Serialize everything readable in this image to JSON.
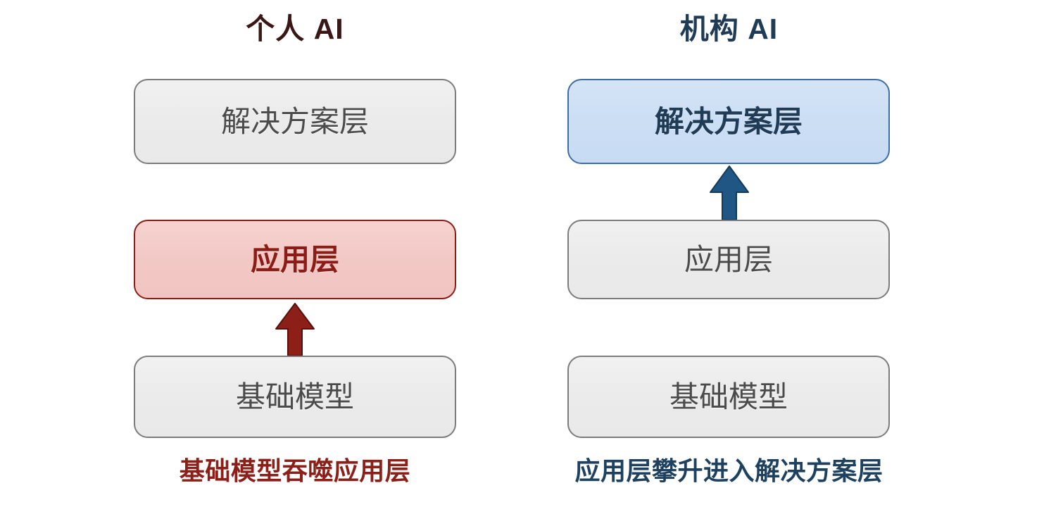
{
  "diagram": {
    "title_personal": "个人 AI",
    "title_enterprise": "机构 AI",
    "colors": {
      "personal_title": "#3a1614",
      "enterprise_title": "#1f3b55",
      "neutral_box_fill": "#ebebeb",
      "neutral_box_border": "#7c7c7c",
      "neutral_box_text": "#4b4b4b",
      "red_box_fill": "#f2c8c5",
      "red_box_border": "#8c1c16",
      "red_box_text": "#8c1c16",
      "blue_box_fill": "#cbdef4",
      "blue_box_border": "#3d6da8",
      "blue_box_text": "#1f3b55",
      "red_arrow": "#8c2018",
      "blue_arrow": "#1f5684",
      "background": "#ffffff"
    }
  },
  "columns": [
    {
      "id": "personal-ai",
      "title": "个人 AI",
      "layers": [
        {
          "id": "solution",
          "label": "解决方案层",
          "style": "neutral"
        },
        {
          "id": "application",
          "label": "应用层",
          "style": "accent-red"
        },
        {
          "id": "foundation",
          "label": "基础模型",
          "style": "neutral"
        }
      ],
      "arrow": {
        "id": "foundation-to-application",
        "direction": "up",
        "from": "基础模型",
        "to": "应用层",
        "color": "#8c2018"
      },
      "caption": "基础模型吞噬应用层"
    },
    {
      "id": "enterprise-ai",
      "title": "机构 AI",
      "layers": [
        {
          "id": "solution",
          "label": "解决方案层",
          "style": "accent-blue"
        },
        {
          "id": "application",
          "label": "应用层",
          "style": "neutral"
        },
        {
          "id": "foundation",
          "label": "基础模型",
          "style": "neutral"
        }
      ],
      "arrow": {
        "id": "application-to-solution",
        "direction": "up",
        "from": "应用层",
        "to": "解决方案层",
        "color": "#1f5684"
      },
      "caption": "应用层攀升进入解决方案层"
    }
  ]
}
